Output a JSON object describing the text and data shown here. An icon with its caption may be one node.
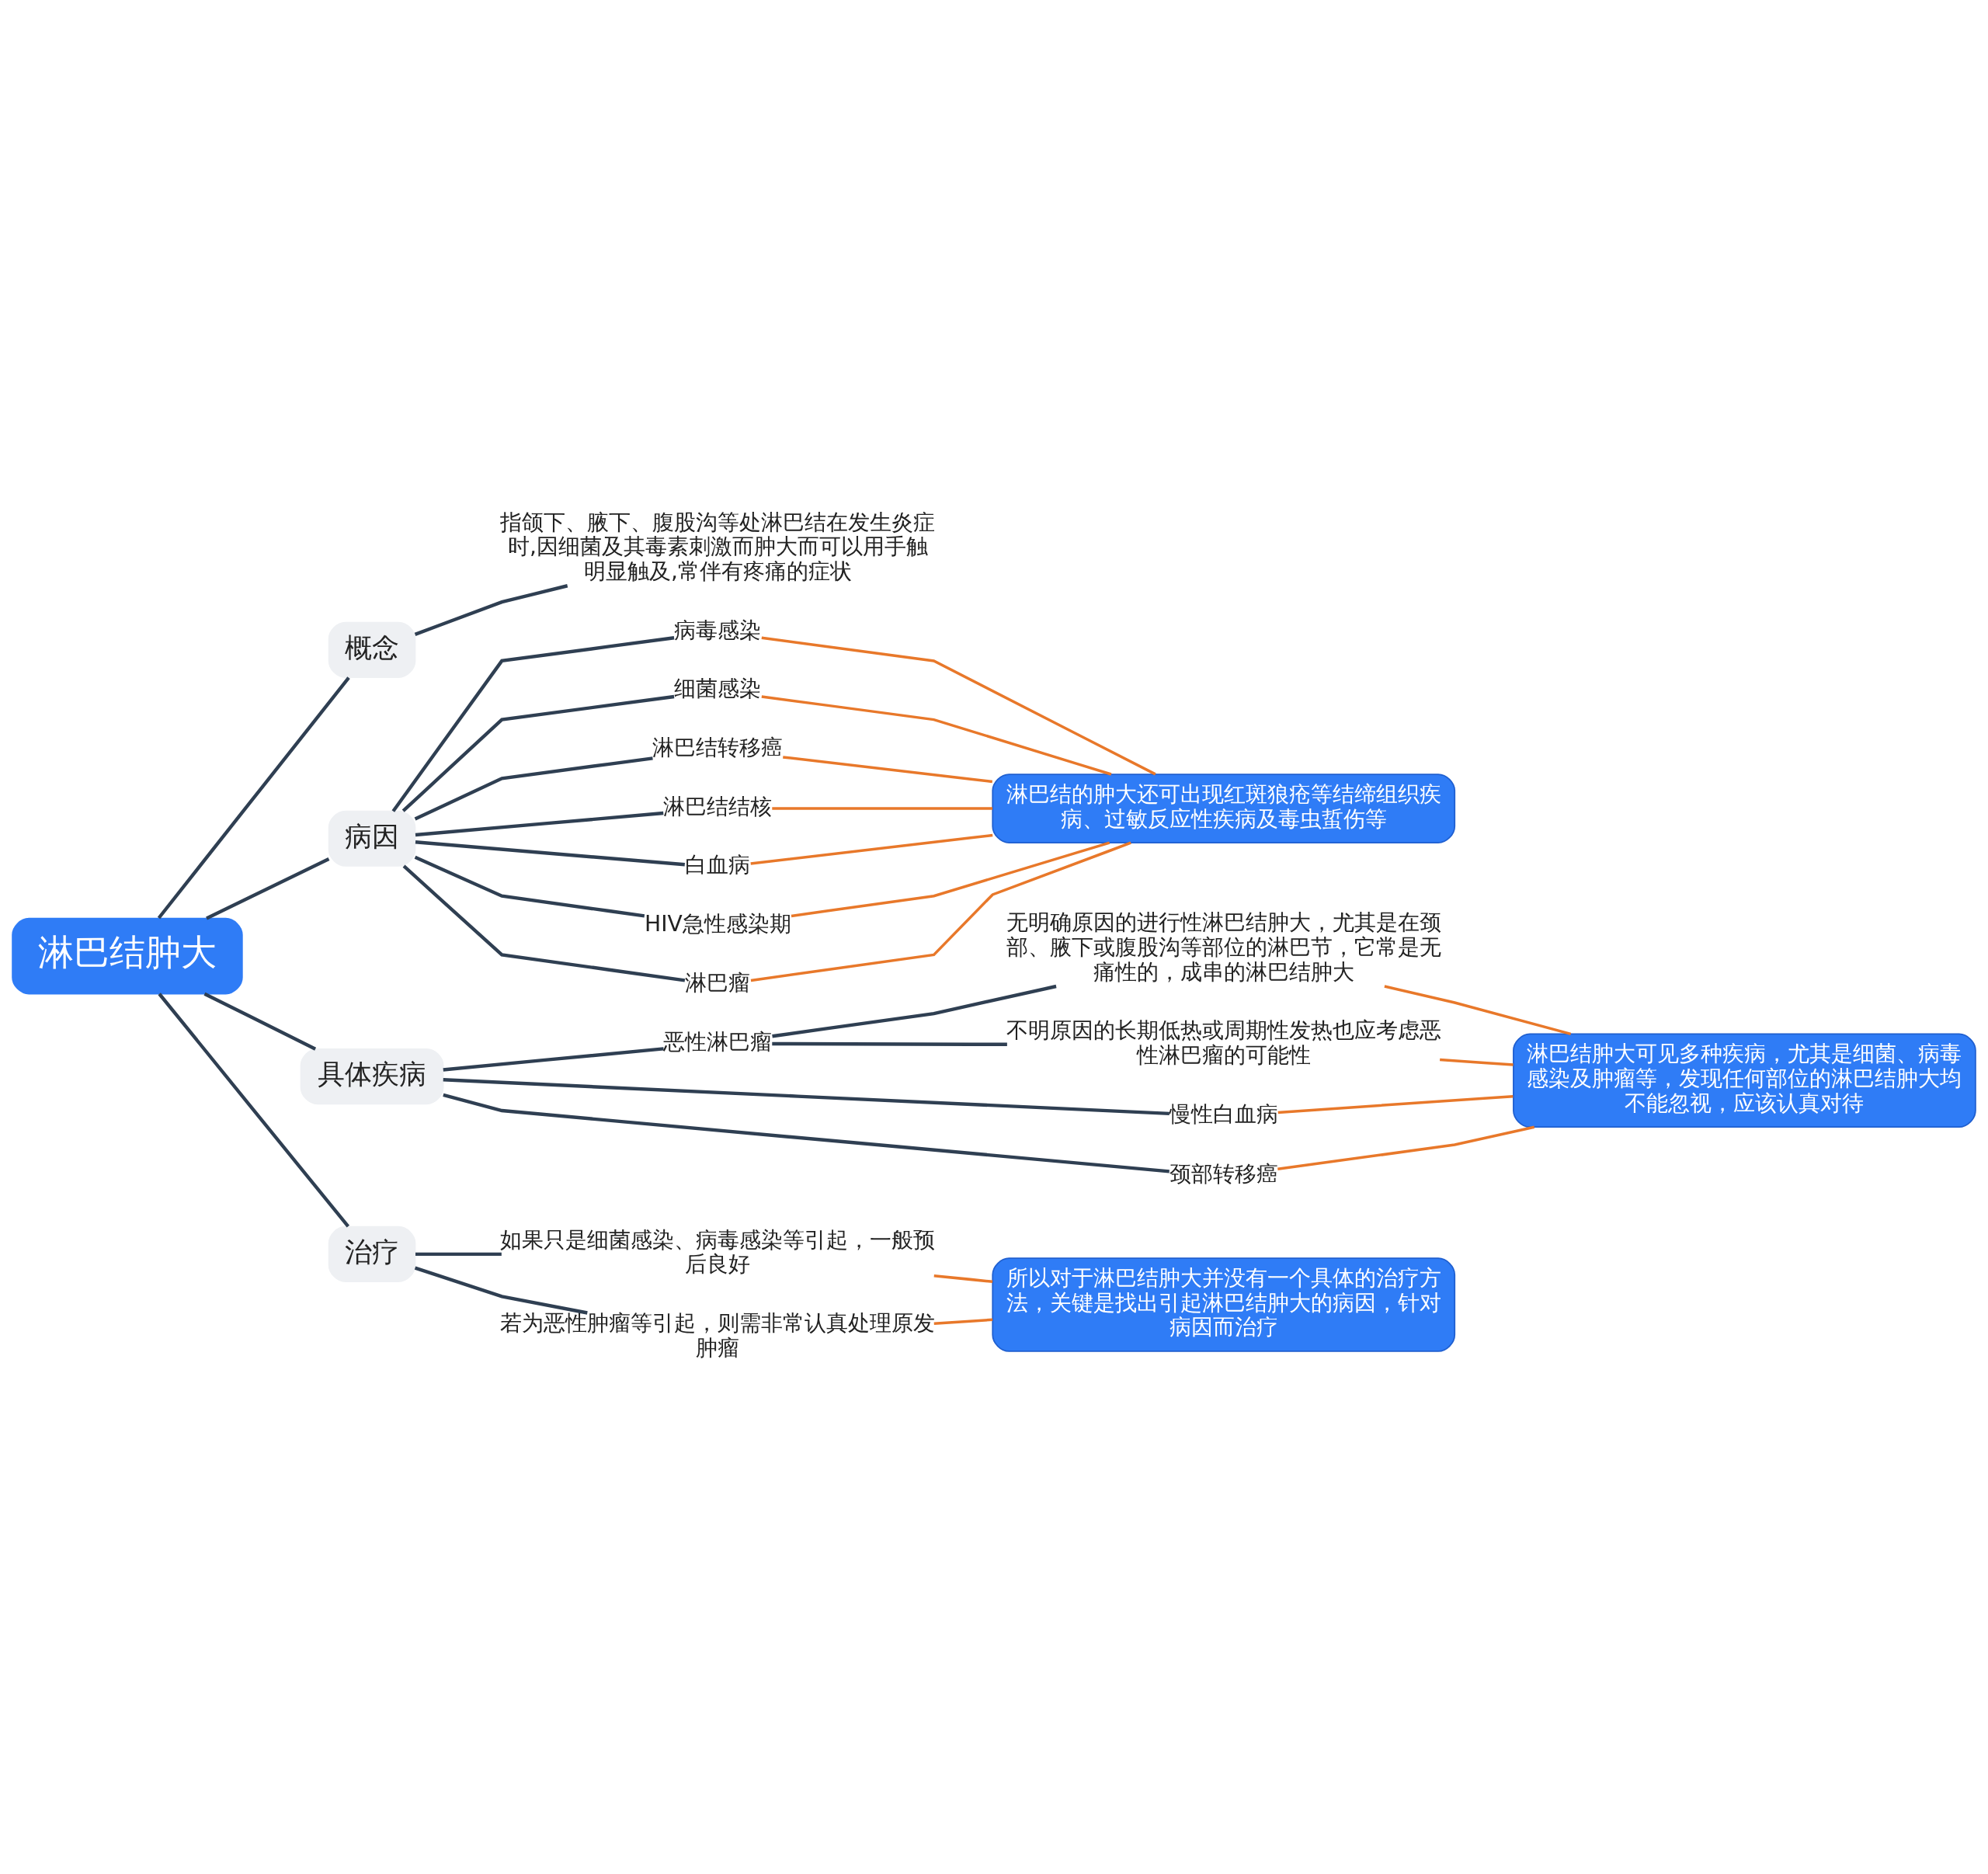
{
  "diagram": {
    "nodes": [
      {
        "text": [
          "淋巴结肿大"
        ]
      },
      {
        "text": [
          "概念"
        ]
      },
      {
        "text": [
          "指颌下、腋下、腹股沟等处淋巴结在发生炎症时,因细菌及其毒素刺激而肿大而可以用手触明显触及,常伴有疼痛的症状"
        ]
      },
      {
        "text": [
          "病因"
        ]
      },
      {
        "text": [
          "病毒感染"
        ]
      },
      {
        "text": [
          "细菌感染"
        ]
      },
      {
        "text": [
          "淋巴结转移癌"
        ]
      },
      {
        "text": [
          "淋巴结结核"
        ]
      },
      {
        "text": [
          "白血病"
        ]
      },
      {
        "text": [
          "HIV急性感染期"
        ]
      },
      {
        "text": [
          "淋巴瘤"
        ]
      },
      {
        "text": [
          "淋巴结的肿大还可出现红斑狼疮等结缔组织疾病、过敏反应性疾病及毒虫蜇伤等"
        ]
      },
      {
        "text": [
          "具体疾病"
        ]
      },
      {
        "text": [
          "恶性淋巴瘤"
        ]
      },
      {
        "text": [
          "无明确原因的进行性淋巴结肿大，尤其是在颈部、腋下或腹股沟等部位的淋巴节，它常是无痛性的，成串的淋巴结肿大"
        ]
      },
      {
        "text": [
          "不明原因的长期低热或周期性发热也应考虑恶性淋巴瘤的可能性"
        ]
      },
      {
        "text": [
          "慢性白血病"
        ]
      },
      {
        "text": [
          "颈部转移癌"
        ]
      },
      {
        "text": [
          "淋巴结肿大可见多种疾病，尤其是细菌、病毒感染及肿瘤等，发现任何部位的淋巴结肿大均不能忽视，应该认真对待"
        ]
      },
      {
        "text": [
          "治疗"
        ]
      },
      {
        "text": [
          "如果只是细菌感染、病毒感染等引起，一般预后良好"
        ]
      },
      {
        "text": [
          "若为恶性肿瘤等引起，则需非常认真处理原发肿瘤"
        ]
      },
      {
        "text": [
          "所以对于淋巴结肿大并没有一个具体的治疗方法，关键是找出引起淋巴结肿大的病因，针对病因而治疗"
        ]
      }
    ],
    "edges": [
      {
        "from": 0,
        "to": 1,
        "arrow": "none"
      },
      {
        "from": 1,
        "to": 2,
        "arrow": "none"
      },
      {
        "from": 0,
        "to": 3,
        "arrow": "none"
      },
      {
        "from": 3,
        "to": 4,
        "arrow": "none"
      },
      {
        "from": 3,
        "to": 5,
        "arrow": "none"
      },
      {
        "from": 3,
        "to": 6,
        "arrow": "none"
      },
      {
        "from": 3,
        "to": 7,
        "arrow": "none"
      },
      {
        "from": 3,
        "to": 8,
        "arrow": "none"
      },
      {
        "from": 3,
        "to": 9,
        "arrow": "none"
      },
      {
        "from": 3,
        "to": 10,
        "arrow": "none"
      },
      {
        "from": 4,
        "to": 11,
        "arrow": "none",
        "color": "#e8782a"
      },
      {
        "from": 5,
        "to": 11,
        "arrow": "none",
        "color": "#e8782a"
      },
      {
        "from": 6,
        "to": 11,
        "arrow": "none",
        "color": "#e8782a"
      },
      {
        "from": 7,
        "to": 11,
        "arrow": "none",
        "color": "#e8782a"
      },
      {
        "from": 8,
        "to": 11,
        "arrow": "none",
        "color": "#e8782a"
      },
      {
        "from": 9,
        "to": 11,
        "arrow": "none",
        "color": "#e8782a"
      },
      {
        "from": 10,
        "to": 11,
        "arrow": "none",
        "color": "#e8782a"
      },
      {
        "from": 0,
        "to": 12,
        "arrow": "none"
      },
      {
        "from": 12,
        "to": 13,
        "arrow": "none"
      },
      {
        "from": 13,
        "to": 14,
        "arrow": "none"
      },
      {
        "from": 13,
        "to": 15,
        "arrow": "none"
      },
      {
        "from": 12,
        "to": 16,
        "arrow": "none"
      },
      {
        "from": 12,
        "to": 17,
        "arrow": "none"
      },
      {
        "from": 14,
        "to": 18,
        "arrow": "none",
        "color": "#e8782a"
      },
      {
        "from": 15,
        "to": 18,
        "arrow": "none",
        "color": "#e8782a"
      },
      {
        "from": 16,
        "to": 18,
        "arrow": "none",
        "color": "#e8782a"
      },
      {
        "from": 17,
        "to": 18,
        "arrow": "none",
        "color": "#e8782a"
      },
      {
        "from": 0,
        "to": 19,
        "arrow": "none"
      },
      {
        "from": 19,
        "to": 20,
        "arrow": "none"
      },
      {
        "from": 19,
        "to": 21,
        "arrow": "none"
      },
      {
        "from": 20,
        "to": 22,
        "arrow": "none",
        "color": "#e8782a"
      },
      {
        "from": 21,
        "to": 22,
        "arrow": "none",
        "color": "#e8782a"
      }
    ]
  }
}
